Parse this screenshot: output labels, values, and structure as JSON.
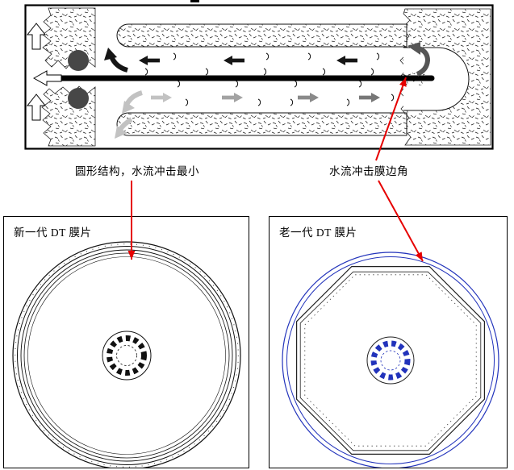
{
  "annotations": {
    "circular_label": "圆形结构，水流冲击最小",
    "corner_label": "水流冲击膜边角"
  },
  "panels": {
    "new_generation": {
      "title": "新一代 DT 膜片"
    },
    "old_generation": {
      "title": "老一代 DT 膜片"
    }
  },
  "colors": {
    "annotation_red": "#e60000",
    "membrane_blue": "#2233bb",
    "flow_dark": "#161616",
    "flow_mid_gray": "#8a8a8a",
    "flow_light_gray": "#c2c2c2",
    "roller_gray": "#474747"
  }
}
